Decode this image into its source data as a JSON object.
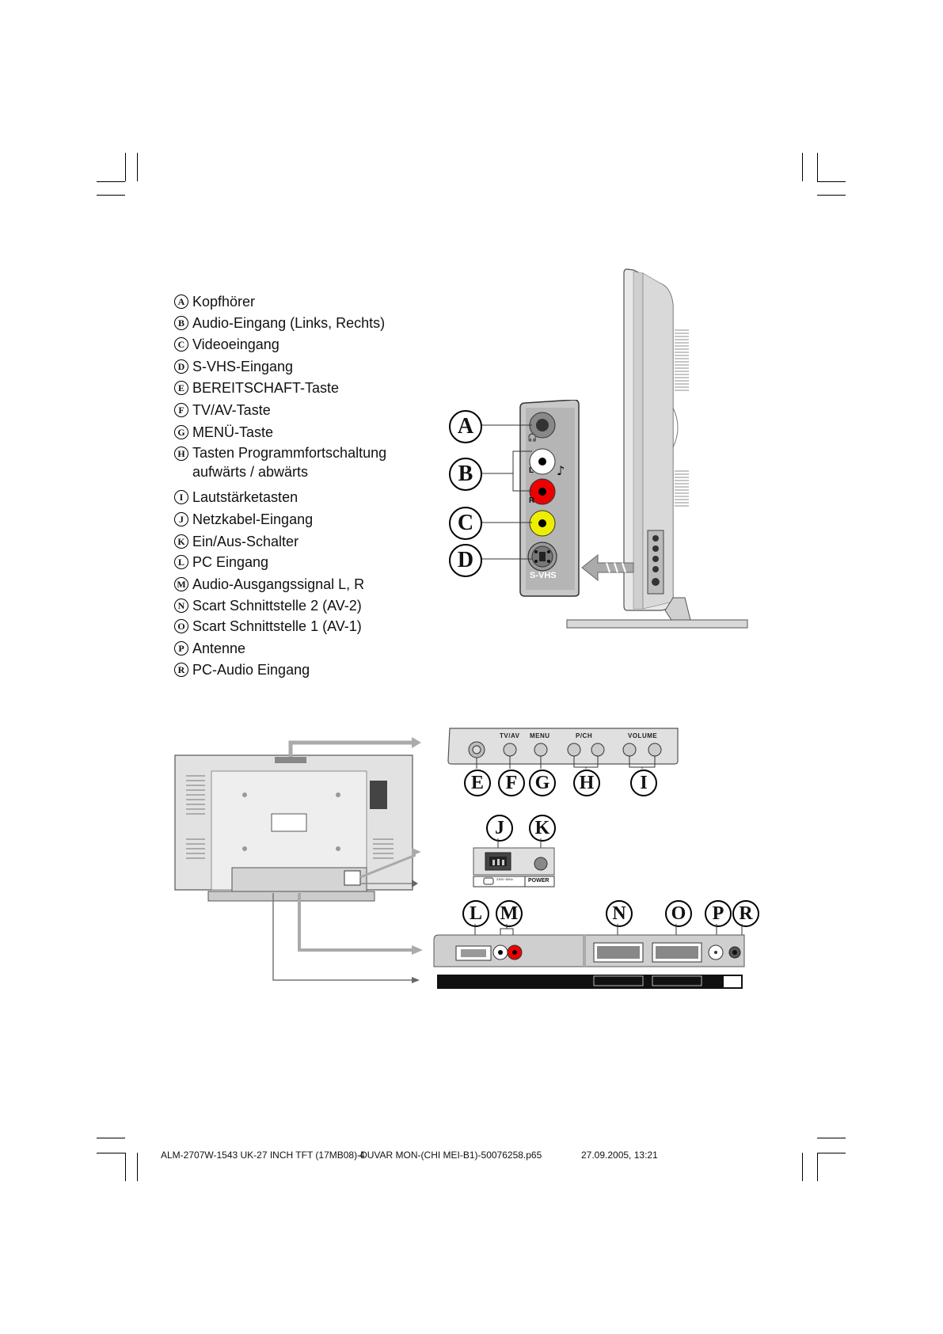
{
  "legend": [
    {
      "letter": "A",
      "text": "Kopfhörer"
    },
    {
      "letter": "B",
      "text": "Audio-Eingang (Links, Rechts)"
    },
    {
      "letter": "C",
      "text": "Videoeingang"
    },
    {
      "letter": "D",
      "text": "S-VHS-Eingang"
    },
    {
      "letter": "E",
      "text": "BEREITSCHAFT-Taste"
    },
    {
      "letter": "F",
      "text": "TV/AV-Taste"
    },
    {
      "letter": "G",
      "text": "MENÜ-Taste"
    },
    {
      "letter": "H",
      "text": "Tasten Programmfortschaltung\naufwärts / abwärts"
    },
    {
      "letter": "I",
      "text": "Lautstärketasten"
    },
    {
      "letter": "J",
      "text": "Netzkabel-Eingang"
    },
    {
      "letter": "K",
      "text": "Ein/Aus-Schalter"
    },
    {
      "letter": "L",
      "text": "PC Eingang"
    },
    {
      "letter": "M",
      "text": "Audio-Ausgangssignal L, R"
    },
    {
      "letter": "N",
      "text": "Scart Schnittstelle 2 (AV-2)"
    },
    {
      "letter": "O",
      "text": "Scart Schnittstelle 1 (AV-1)"
    },
    {
      "letter": "P",
      "text": "Antenne"
    },
    {
      "letter": "R",
      "text": "PC-Audio Eingang"
    }
  ],
  "side_panel": {
    "label_l": "L",
    "label_r": "R",
    "svhs_label": "S-VHS"
  },
  "top_panel": {
    "labels": [
      "TV/AV",
      "MENU",
      "P/CH",
      "VOLUME"
    ]
  },
  "power_panel": {
    "rating": "230V~50Hz",
    "switch_label": "POWER"
  },
  "callouts": {
    "A": "A",
    "B": "B",
    "C": "C",
    "D": "D",
    "E": "E",
    "F": "F",
    "G": "G",
    "H": "H",
    "I": "I",
    "J": "J",
    "K": "K",
    "L": "L",
    "M": "M",
    "N": "N",
    "O": "O",
    "P": "P",
    "R": "R"
  },
  "footer": {
    "file": "ALM-2707W-1543 UK-27 INCH TFT (17MB08)-DUVAR MON-(CHI MEI-B1)-50076258.p65",
    "page": "4",
    "timestamp": "27.09.2005, 13:21"
  }
}
